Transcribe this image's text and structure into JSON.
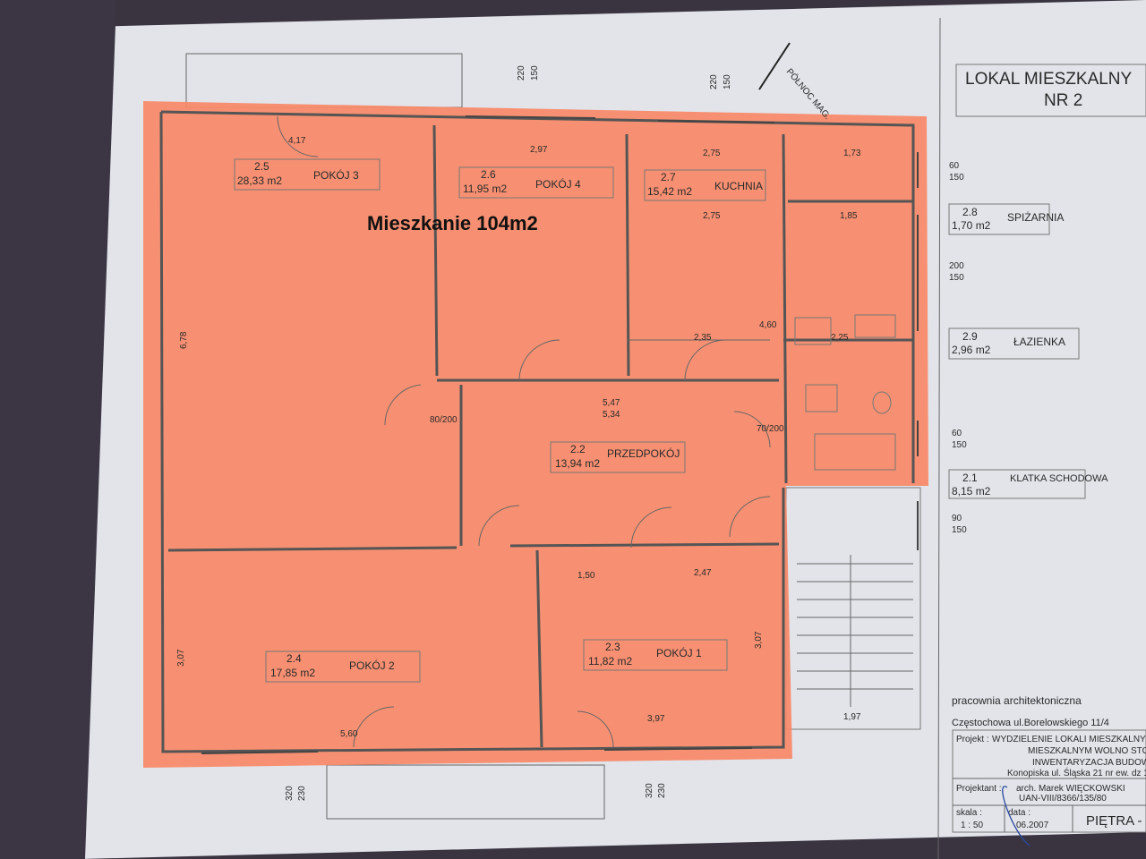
{
  "title_block": {
    "title_line1": "LOKAL MIESZKALNY",
    "title_line2": "NR 2"
  },
  "annotation": "Mieszkanie 104m2",
  "north_label": "PÓŁNOC MAG.",
  "highlight_color": "#f98a68",
  "rooms": [
    {
      "num": "2.5",
      "area": "28,33 m2",
      "name": "POKÓJ 3"
    },
    {
      "num": "2.6",
      "area": "11,95 m2",
      "name": "POKÓJ 4"
    },
    {
      "num": "2.7",
      "area": "15,42 m2",
      "name": "KUCHNIA"
    },
    {
      "num": "2.8",
      "area": "1,70 m2",
      "name": "SPIŻARNIA"
    },
    {
      "num": "2.9",
      "area": "2,96 m2",
      "name": "ŁAZIENKA"
    },
    {
      "num": "2.2",
      "area": "13,94 m2",
      "name": "PRZEDPOKÓJ"
    },
    {
      "num": "2.1",
      "area": "8,15 m2",
      "name": "KLATKA SCHODOWA"
    },
    {
      "num": "2.4",
      "area": "17,85 m2",
      "name": "POKÓJ 2"
    },
    {
      "num": "2.3",
      "area": "11,82 m2",
      "name": "POKÓJ 1"
    }
  ],
  "dimensions": {
    "top_window1": [
      "220",
      "150"
    ],
    "top_window2": [
      "220",
      "150"
    ],
    "d_417": "4,17",
    "d_297": "2,97",
    "d_275a": "2,75",
    "d_275b": "2,75",
    "d_173": "1,73",
    "d_185": "1,85",
    "d_678": "6,78",
    "d_547": "5,47",
    "d_534": "5,34",
    "d_460": "4,60",
    "d_235": "2,35",
    "d_225": "2,25",
    "d_307a": "3,07",
    "d_307b": "3,07",
    "d_560": "5,60",
    "d_397": "3,97",
    "d_150": "1,50",
    "d_247": "2,47",
    "d_197": "1,97",
    "door": "80/200",
    "door70": "70/200",
    "win_r1": [
      "60",
      "150"
    ],
    "win_r2": [
      "200",
      "150"
    ],
    "win_r3": [
      "60",
      "150"
    ],
    "win_r4": [
      "90",
      "150"
    ],
    "bottom_window1": [
      "320",
      "230"
    ],
    "bottom_window2": [
      "320",
      "230"
    ]
  },
  "footer": {
    "studio": "pracownia architektoniczna",
    "address": "Częstochowa ul.Borelowskiego 11/4",
    "project_label": "Projekt :",
    "project_line1": "WYDZIELENIE LOKALI MIESZKALNYCH",
    "project_line2": "MIESZKALNYM WOLNO STO",
    "project_line3": "INWENTARYZACJA BUDOW",
    "project_line4": "Konopiska ul. Śląska 21 nr ew. dz 1",
    "designer_label": "Projektant :",
    "designer": "arch. Marek WIĘCKOWSKI",
    "designer_id": "UAN-VIII/8366/135/80",
    "scale_label": "skala :",
    "scale": "1 : 50",
    "date_label": "data :",
    "date": "06.2007",
    "sheet": "PIĘTRA - "
  }
}
